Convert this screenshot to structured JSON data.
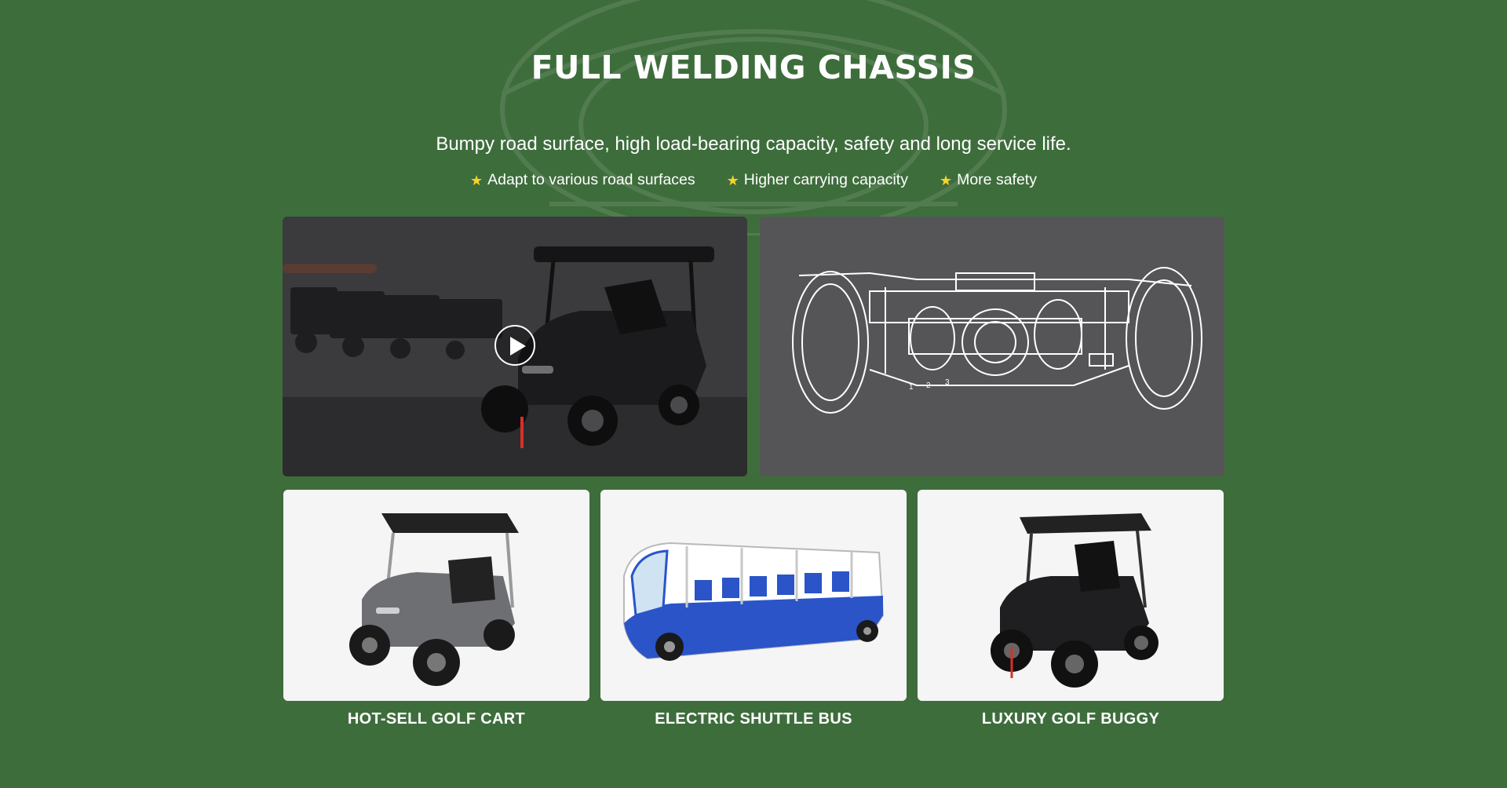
{
  "section": {
    "title": "FULL WELDING CHASSIS",
    "subtitle": "Bumpy road surface, high load-bearing capacity, safety and long service life.",
    "features": [
      {
        "icon": "star-icon",
        "label": "Adapt to various road surfaces"
      },
      {
        "icon": "star-icon",
        "label": "Higher carrying capacity"
      },
      {
        "icon": "star-icon",
        "label": "More safety"
      }
    ]
  },
  "media": {
    "video_icon": "play-icon",
    "chassis_icon": "chassis-diagram"
  },
  "products": [
    {
      "label": "HOT-SELL GOLF CART"
    },
    {
      "label": "ELECTRIC SHUTTLE BUS"
    },
    {
      "label": "LUXURY GOLF BUGGY"
    }
  ],
  "colors": {
    "background": "#3e6d3c",
    "star": "#f6d32b",
    "card": "#f5f5f5",
    "bus_blue": "#2a54c8"
  }
}
